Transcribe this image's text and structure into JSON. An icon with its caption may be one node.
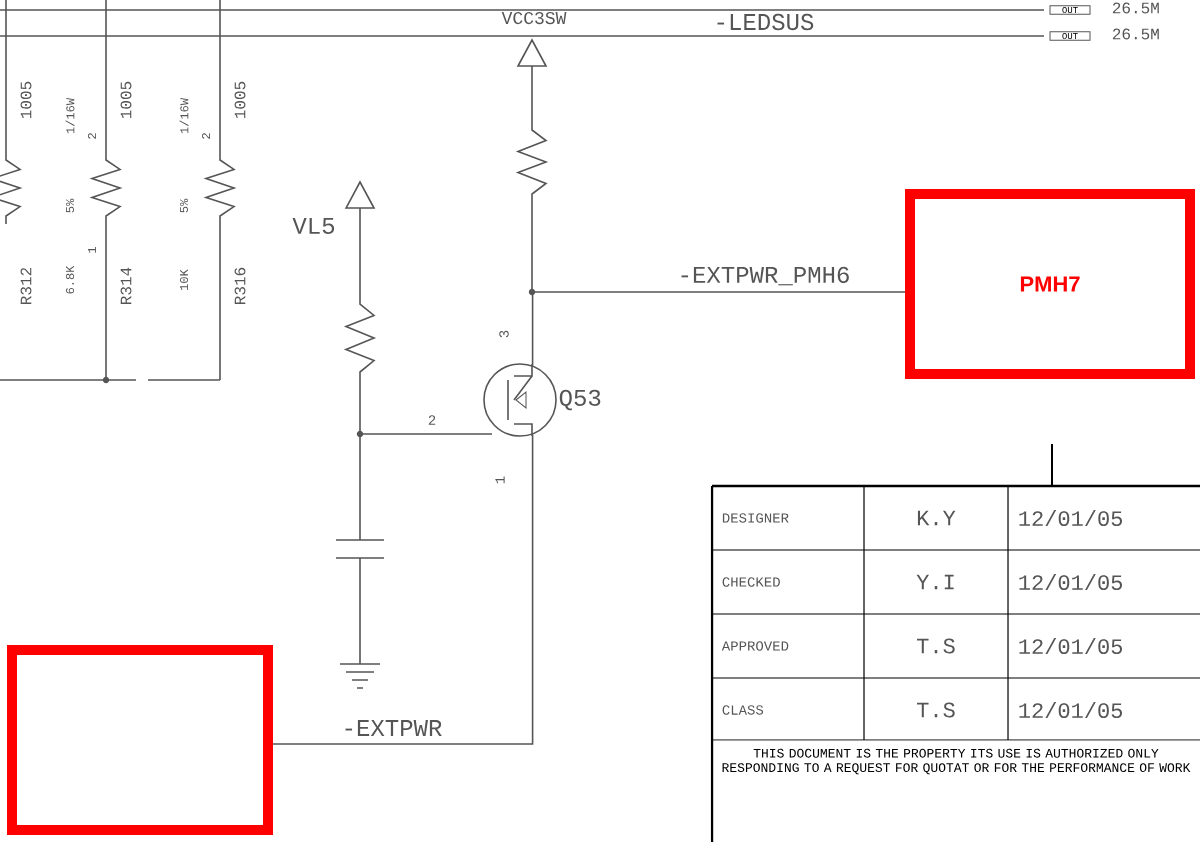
{
  "diagram": {
    "nodes": [
      {
        "text": [
          "PMH7"
        ]
      },
      {
        "text": [],
        "shape": "box"
      },
      {
        "text": [],
        "shape": "circle",
        "beside": [
          "Q53"
        ]
      }
    ],
    "edges": [
      {
        "from": 1,
        "to": 2,
        "arrow": "none",
        "label": "-EXTPWR"
      },
      {
        "from": 2,
        "to": 0,
        "arrow": "none",
        "label": "-EXTPWR_PMH6"
      }
    ],
    "labels": [
      "VCC3SW",
      "-LEDSUS",
      "OUT",
      "26.5M",
      "OUT",
      "26.5M",
      "1005",
      "1/16W",
      "2",
      "1005",
      "1/16W",
      "2",
      "1005",
      "VL5",
      "5%",
      "5%",
      "6.8K",
      "1",
      "10K",
      "R312",
      "R314",
      "R316",
      "3",
      "2",
      "1",
      "DESIGNER",
      "K.Y",
      "12/01/05",
      "CHECKED",
      "Y.I",
      "12/01/05",
      "APPROVED",
      "T.S",
      "12/01/05",
      "CLASS",
      "T.S",
      "12/01/05",
      "THIS DOCUMENT IS THE PROPERTY ITS USE IS AUTHORIZED ONLY RESPONDING TO A REQUEST FOR QUOTAT OR FOR THE PERFORMANCE OF WORK"
    ]
  }
}
